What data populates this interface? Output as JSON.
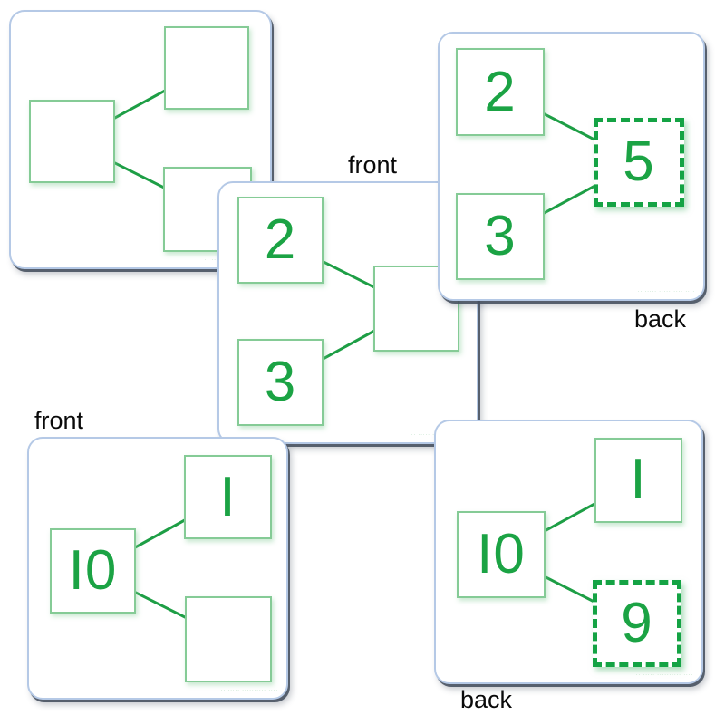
{
  "labels": {
    "front_middle": "front",
    "back_top_right": "back",
    "front_bottom_left": "front",
    "back_bottom_right": "back"
  },
  "fine_print": {
    "text": "·· ····· ·········· ····"
  },
  "colors": {
    "card_border": "#b5c9e6",
    "card_shadow": "#46505f",
    "square_border": "#85cb96",
    "dashed_border": "#14a344",
    "connector_green": "#1d9e45",
    "digit_green": "#1ba344",
    "label_black": "#0a0a0a"
  },
  "cards": [
    {
      "name": "blank template card",
      "side": "",
      "whole": "",
      "part_top": "",
      "part_bottom": ""
    },
    {
      "name": "back card 2 3 5",
      "side": "back",
      "part_top": "2",
      "part_bottom": "3",
      "whole": "5"
    },
    {
      "name": "front card 2 3 blank",
      "side": "front",
      "part_top": "2",
      "part_bottom": "3",
      "whole": ""
    },
    {
      "name": "front card 10 1 blank",
      "side": "front",
      "whole": "10",
      "part_top": "1",
      "part_bottom": ""
    },
    {
      "name": "back card 10 1 9",
      "side": "back",
      "whole": "10",
      "part_top": "1",
      "part_bottom": "9"
    }
  ]
}
